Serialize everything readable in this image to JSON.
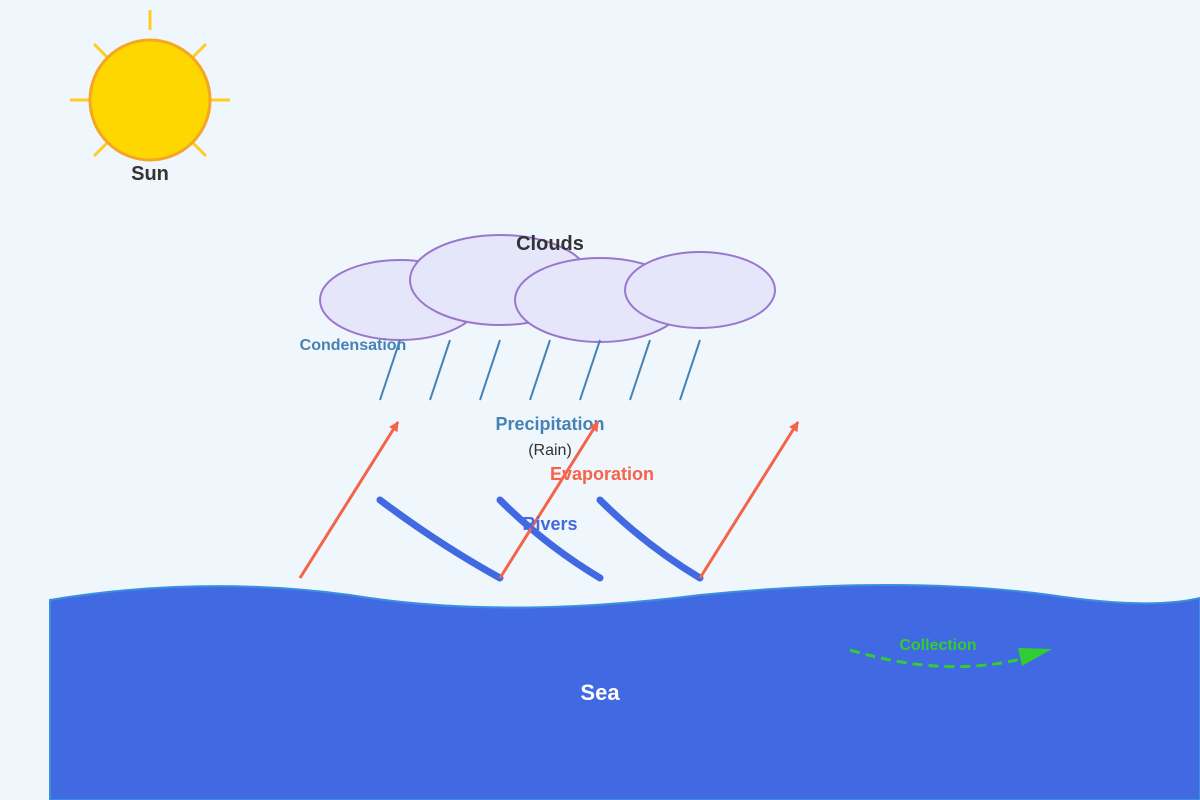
{
  "labels": {
    "sun": "Sun",
    "clouds": "Clouds",
    "condensation": "Condensation",
    "precipitation": "Precipitation",
    "rain": "(Rain)",
    "evaporation": "Evaporation",
    "rivers": "Rivers",
    "sea": "Sea",
    "collection": "Collection"
  },
  "colors": {
    "background": "#eff7fc",
    "sun_fill": "#ffd700",
    "sun_stroke": "#f5a623",
    "sun_ray": "#ffcc22",
    "cloud_fill": "#e6e6fa",
    "cloud_stroke": "#9a77cf",
    "rain": "#4682b4",
    "evaporation": "#f4634a",
    "river": "#4169e1",
    "sea": "#4169e1",
    "collection": "#32cd32",
    "dark_text": "#333333",
    "sea_text": "#ffffff"
  },
  "icons": {
    "sun": "sun-icon",
    "cloud": "cloud-icon",
    "rain": "rain-icon",
    "evaporation_arrow": "arrow-up-right-icon",
    "collection_arrow": "arrow-right-icon"
  }
}
